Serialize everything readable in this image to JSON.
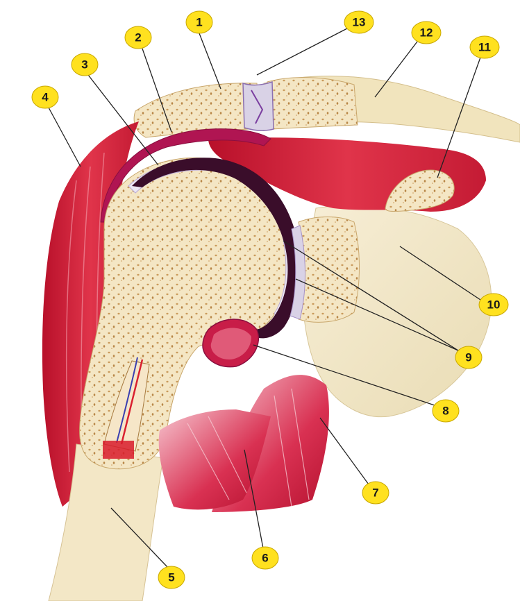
{
  "diagram": {
    "colors": {
      "muscle": "#d7263d",
      "muscle_light": "#f2a5b4",
      "bone": "#f4e6c4",
      "bone_spots": "#c99a5b",
      "cartilage": "#d9d2e6",
      "bursa": "#b01552",
      "badge_fill": "#ffe11f",
      "badge_stroke": "#c9a800",
      "leader_line": "#222222"
    },
    "labels": [
      {
        "id": "1",
        "text": "1"
      },
      {
        "id": "2",
        "text": "2"
      },
      {
        "id": "3",
        "text": "3"
      },
      {
        "id": "4",
        "text": "4"
      },
      {
        "id": "5",
        "text": "5"
      },
      {
        "id": "6",
        "text": "6"
      },
      {
        "id": "7",
        "text": "7"
      },
      {
        "id": "8",
        "text": "8"
      },
      {
        "id": "9",
        "text": "9"
      },
      {
        "id": "10",
        "text": "10"
      },
      {
        "id": "11",
        "text": "11"
      },
      {
        "id": "12",
        "text": "12"
      },
      {
        "id": "13",
        "text": "13"
      }
    ]
  }
}
